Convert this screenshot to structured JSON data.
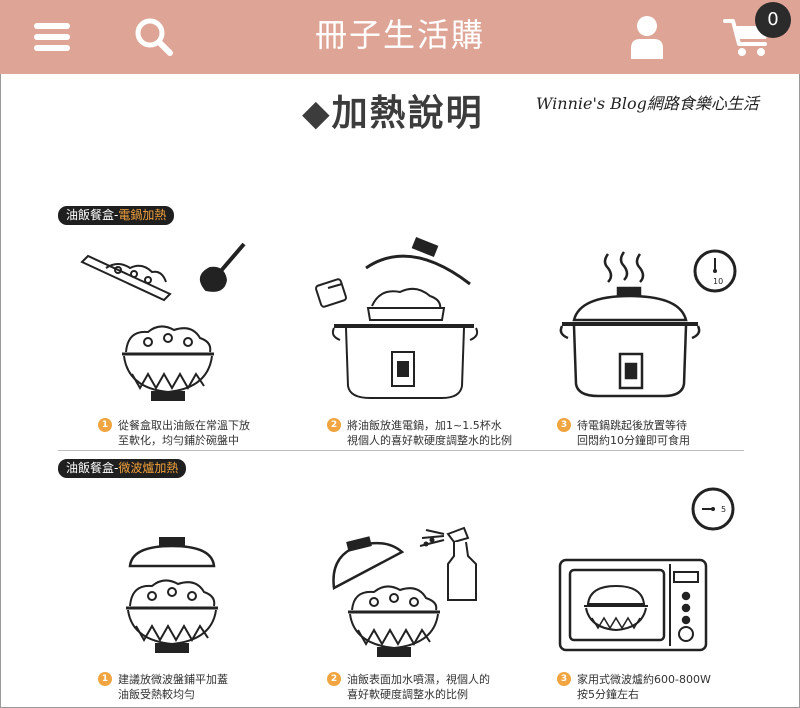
{
  "header": {
    "brand": "冊子生活購",
    "cart_count": "0",
    "icons": [
      "menu-icon",
      "search-icon",
      "user-icon",
      "cart-icon"
    ]
  },
  "page": {
    "title": "◆加熱說明",
    "watermark": "Winnie's Blog網路食樂心生活"
  },
  "sections": [
    {
      "label_prefix": "油飯餐盒-",
      "label_highlight": "電鍋加熱",
      "steps": [
        {
          "num": "1",
          "lines": [
            "從餐盒取出油飯在常溫下放",
            "至軟化，均勻鋪於碗盤中"
          ]
        },
        {
          "num": "2",
          "lines": [
            "將油飯放進電鍋，加1~1.5杯水",
            "視個人的喜好軟硬度調整水的比例"
          ]
        },
        {
          "num": "3",
          "lines": [
            "待電鍋跳起後放置等待",
            "回悶約10分鐘即可食用"
          ]
        }
      ],
      "timer_label": "10"
    },
    {
      "label_prefix": "油飯餐盒-",
      "label_highlight": "微波爐加熱",
      "steps": [
        {
          "num": "1",
          "lines": [
            "建議放微波盤鋪平加蓋",
            "油飯受熱較均勻"
          ]
        },
        {
          "num": "2",
          "lines": [
            "油飯表面加水噴濕，視個人的",
            "喜好軟硬度調整水的比例"
          ]
        },
        {
          "num": "3",
          "lines": [
            "家用式微波爐約600-800W",
            "按5分鐘左右"
          ]
        }
      ],
      "timer_label": "5"
    }
  ],
  "colors": {
    "header_bg": "#dea597",
    "accent_orange": "#f0a540",
    "tag_bg": "#1f1f1f"
  }
}
